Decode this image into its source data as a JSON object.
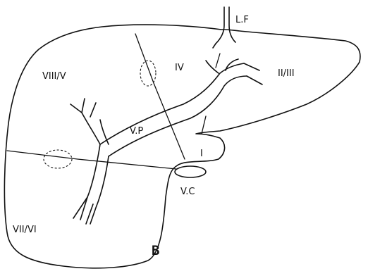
{
  "labels": {
    "lf": "L.F",
    "iv": "IV",
    "ii_iii": "II/III",
    "viii_v": "VIII/V",
    "vp": "V.P",
    "i": "I",
    "vc": "V.C",
    "vii_vi": "VII/VI",
    "panel": "B"
  }
}
